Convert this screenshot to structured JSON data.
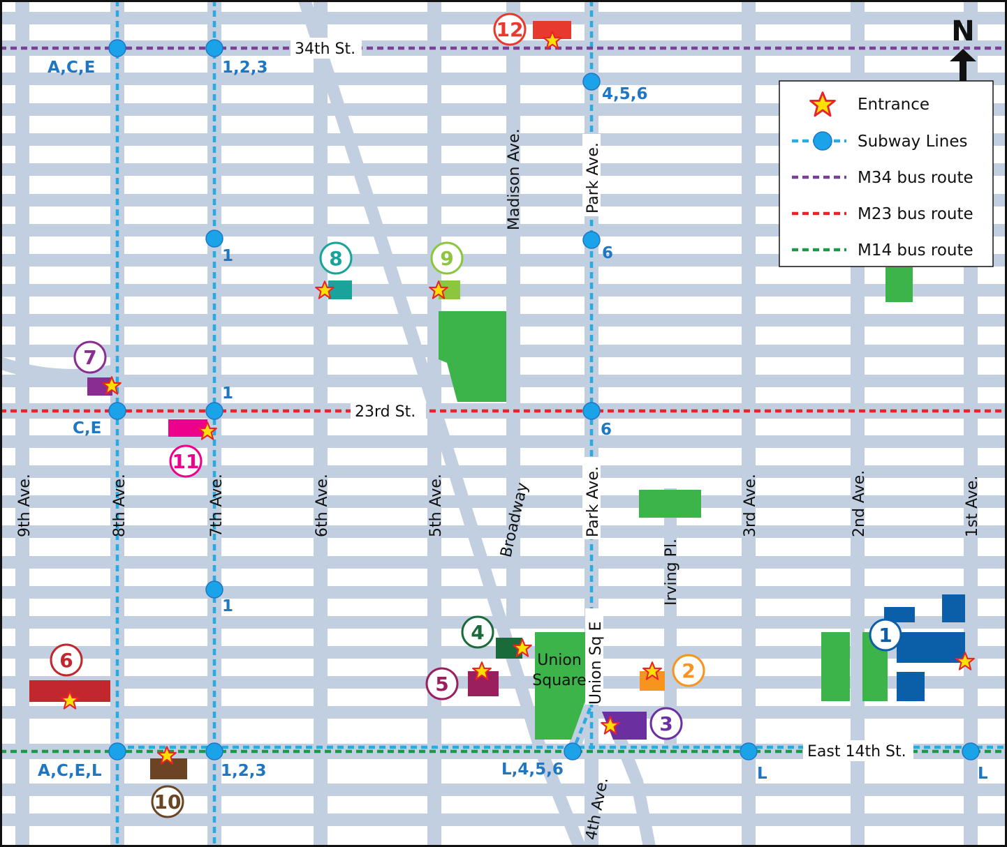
{
  "map": {
    "colors": {
      "background": "#ffffff",
      "street": "#c2cfe0",
      "park": "#3cb44a",
      "subway": "#29abe2",
      "station_fill": "#1aa3e8",
      "station_label": "#1f76c2",
      "m34": "#7b3f98",
      "m23": "#e8232a",
      "m14": "#1a9a48",
      "star_fill": "#ffe000",
      "star_stroke": "#e8232a"
    },
    "north_label": "N",
    "bus_routes": {
      "m34_street_label": "34th St.",
      "m23_street_label": "23rd St.",
      "m14_street_label": "East 14th St."
    },
    "avenue_labels": {
      "ave9": "9th Ave.",
      "ave8": "8th Ave.",
      "ave7": "7th Ave.",
      "ave6": "6th Ave.",
      "ave5": "5th Ave.",
      "broadway": "Broadway",
      "madison": "Madison Ave.",
      "park_upper": "Park Ave.",
      "park_lower": "Park Ave.",
      "union_sq_e": "Union Sq E",
      "irving": "Irving Pl.",
      "ave3": "3rd Ave.",
      "ave2": "2nd Ave.",
      "ave1": "1st Ave.",
      "ave4": "4th Ave."
    },
    "park_label": {
      "line1": "Union",
      "line2": "Square"
    },
    "stations": {
      "s34_8": "A,C,E",
      "s34_7": "1,2,3",
      "s33_park": "4,5,6",
      "s28_7": "1",
      "s28_park": "6",
      "s23_7": "1",
      "s23_8": "C,E",
      "s23_park": "6",
      "s18_7": "1",
      "s14_8": "A,C,E,L",
      "s14_7": "1,2,3",
      "s14_us": "L,4,5,6",
      "s14_3": "L",
      "s14_1": "L"
    },
    "sites": [
      {
        "number": "1",
        "color": "#0b5fa8"
      },
      {
        "number": "2",
        "color": "#f7941d"
      },
      {
        "number": "3",
        "color": "#6b2fa0"
      },
      {
        "number": "4",
        "color": "#1a6b3a"
      },
      {
        "number": "5",
        "color": "#9b1f5e"
      },
      {
        "number": "6",
        "color": "#c1272d"
      },
      {
        "number": "7",
        "color": "#8a2d93"
      },
      {
        "number": "8",
        "color": "#1aa39a"
      },
      {
        "number": "9",
        "color": "#8cc63f"
      },
      {
        "number": "10",
        "color": "#6b4423"
      },
      {
        "number": "11",
        "color": "#ec008c"
      },
      {
        "number": "12",
        "color": "#e8392f"
      }
    ],
    "legend": {
      "entrance": "Entrance",
      "subway_lines": "Subway Lines",
      "m34": "M34 bus route",
      "m23": "M23 bus route",
      "m14": "M14 bus route"
    }
  }
}
